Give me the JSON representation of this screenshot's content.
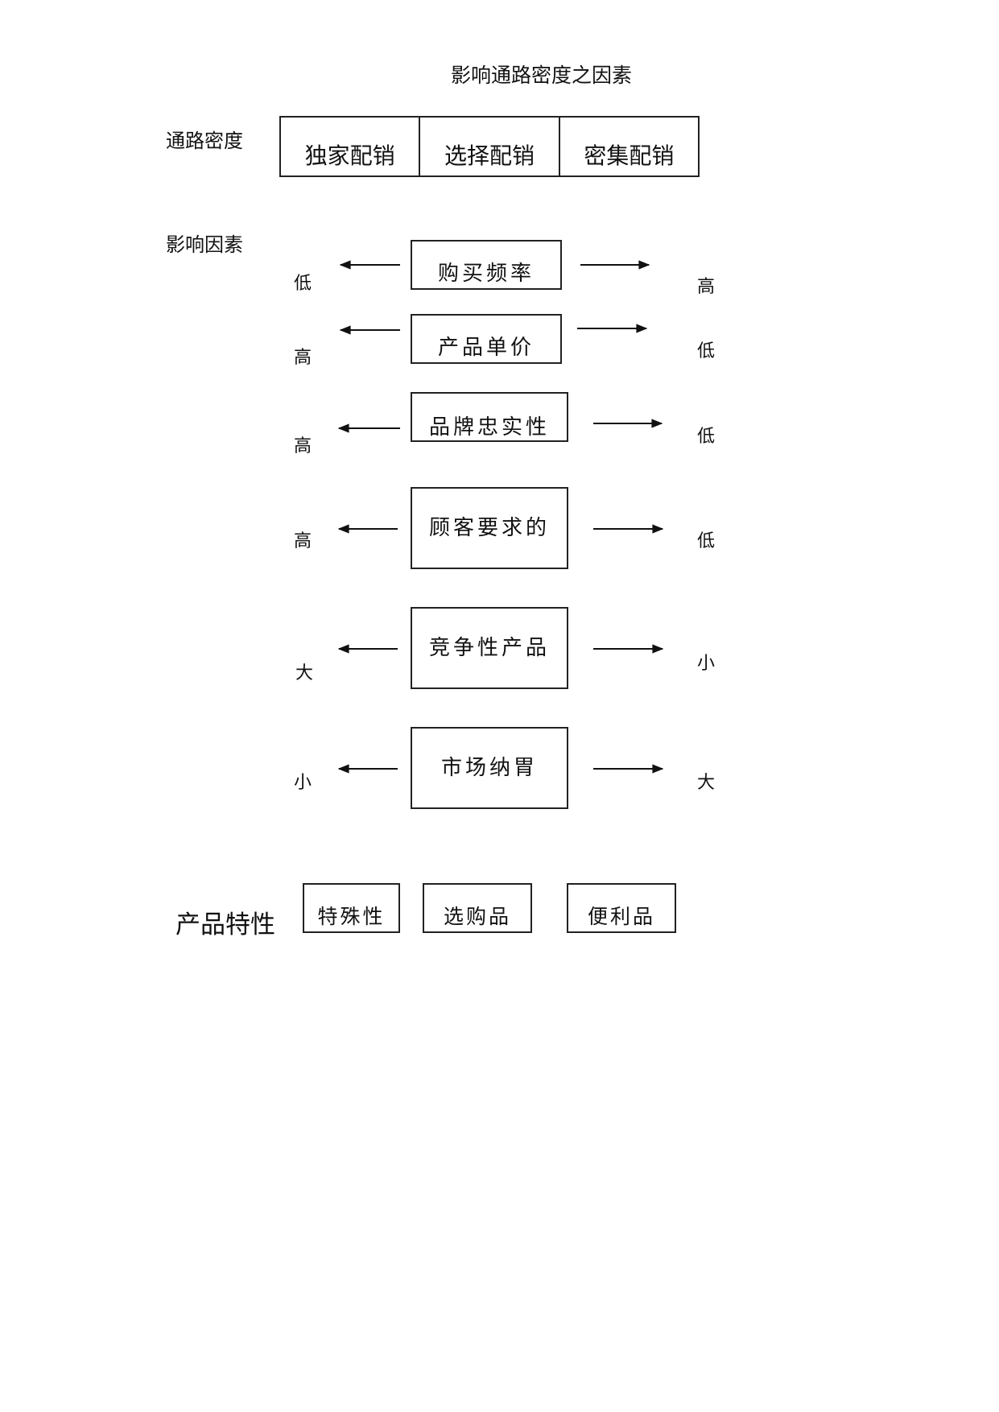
{
  "title": "影响通路密度之因素",
  "density": {
    "label": "通路密度",
    "cells": [
      "独家配销",
      "选择配销",
      "密集配销"
    ]
  },
  "factors": {
    "label": "影响因素",
    "items": [
      {
        "name": "购买频率",
        "left": "低",
        "right": "高"
      },
      {
        "name": "产品单价",
        "left": "高",
        "right": "低"
      },
      {
        "name": "品牌忠实性",
        "left": "高",
        "right": "低"
      },
      {
        "name": "顾客要求的",
        "left": "高",
        "right": "低"
      },
      {
        "name": "竞争性产品",
        "left": "大",
        "right": "小"
      },
      {
        "name": "市场纳胃",
        "left": "小",
        "right": "大"
      }
    ]
  },
  "product": {
    "label": "产品特性",
    "items": [
      "特殊性",
      "选购品",
      "便利品"
    ]
  }
}
